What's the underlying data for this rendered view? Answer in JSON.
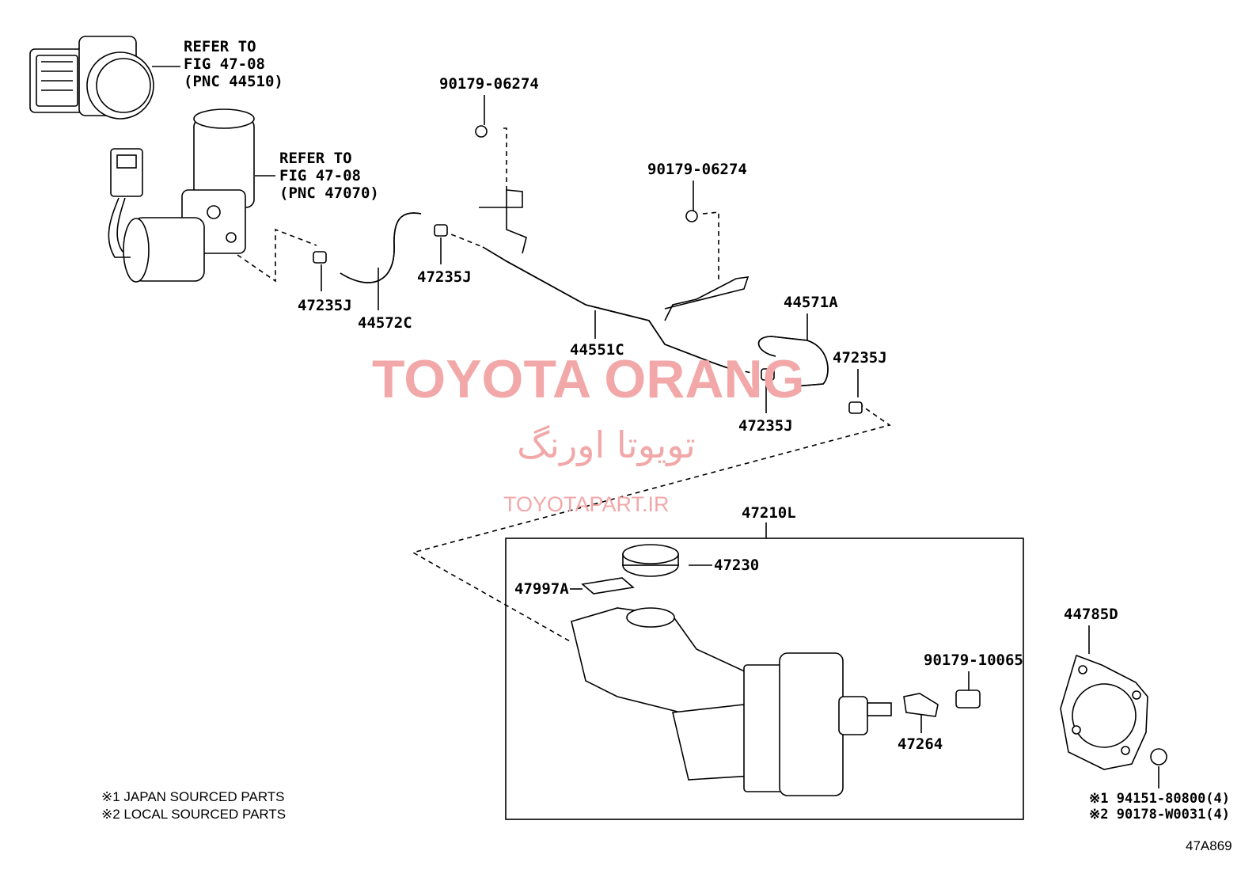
{
  "labels": {
    "ref1_l1": "REFER TO",
    "ref1_l2": "FIG 47-08",
    "ref1_l3": "(PNC 44510)",
    "ref2_l1": "REFER TO",
    "ref2_l2": "FIG 47-08",
    "ref2_l3": "(PNC 47070)",
    "p_90179_06274_a": "90179-06274",
    "p_90179_06274_b": "90179-06274",
    "p_47235J_a": "47235J",
    "p_44572C": "44572C",
    "p_47235J_b": "47235J",
    "p_44551C": "44551C",
    "p_44571A": "44571A",
    "p_47235J_c": "47235J",
    "p_47235J_d": "47235J",
    "p_47210L": "47210L",
    "p_47230": "47230",
    "p_47997A": "47997A",
    "p_90179_10065": "90179-10065",
    "p_47264": "47264",
    "p_44785D": "44785D",
    "fn1": "※1 JAPAN SOURCED PARTS",
    "fn2": "※2 LOCAL SOURCED PARTS",
    "alt1": "※1 94151-80800(4)",
    "alt2": "※2 90178-W0031(4)",
    "fig_id": "47A869"
  },
  "watermark": {
    "brand": "TOYOTA ORANG",
    "persian": "تویوتا اورنگ",
    "site": "TOYOTAPART.IR"
  },
  "colors": {
    "watermark": "#f2a8a8",
    "line": "#000000"
  }
}
